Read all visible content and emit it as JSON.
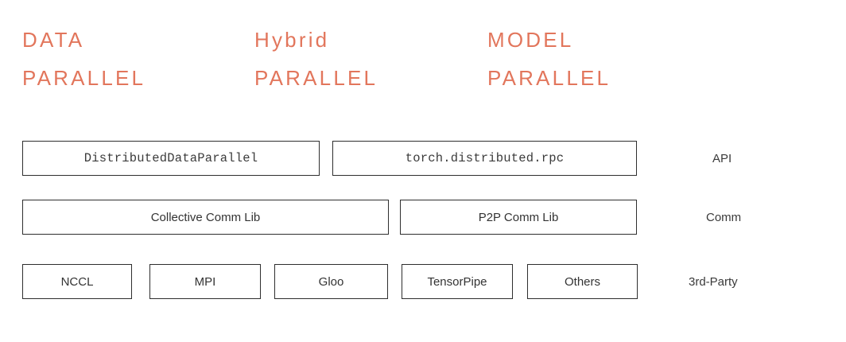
{
  "headings": [
    {
      "name": "data-parallel",
      "line1": "DATA",
      "line2": "PARALLEL"
    },
    {
      "name": "hybrid-parallel",
      "line1": "Hybrid",
      "line2": "PARALLEL"
    },
    {
      "name": "model-parallel",
      "line1": "MODEL",
      "line2": "PARALLEL"
    }
  ],
  "rows": [
    {
      "key": "api",
      "label": "API",
      "boxes": [
        {
          "text": "DistributedDataParallel",
          "style": "mono"
        },
        {
          "text": "torch.distributed.rpc",
          "style": "mono"
        }
      ]
    },
    {
      "key": "comm",
      "label": "Comm",
      "boxes": [
        {
          "text": "Collective Comm Lib",
          "style": "sans"
        },
        {
          "text": "P2P Comm Lib",
          "style": "sans"
        }
      ]
    },
    {
      "key": "third_party",
      "label": "3rd-Party",
      "boxes": [
        {
          "text": "NCCL",
          "style": "sans"
        },
        {
          "text": "MPI",
          "style": "sans"
        },
        {
          "text": "Gloo",
          "style": "sans"
        },
        {
          "text": "TensorPipe",
          "style": "sans"
        },
        {
          "text": "Others",
          "style": "sans"
        }
      ]
    }
  ],
  "colors": {
    "heading_text": "#E2765C",
    "box_border": "#2E2E2E",
    "box_text": "#333333",
    "row_label_text": "#3A3A3A",
    "background": "#FFFFFF"
  }
}
